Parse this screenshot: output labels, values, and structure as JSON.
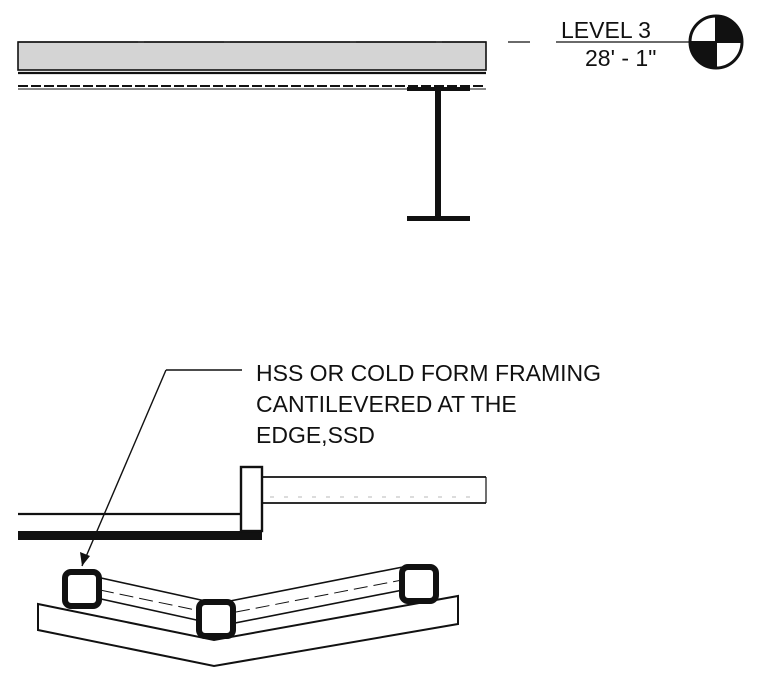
{
  "level_marker": {
    "name": "LEVEL 3",
    "elevation": "28' - 1\""
  },
  "callout": {
    "line1": "HSS OR COLD FORM FRAMING",
    "line2": "CANTILEVERED AT THE",
    "line3": "EDGE,SSD"
  },
  "colors": {
    "ink": "#111111",
    "slab_fill": "#d4d4d4",
    "background": "#ffffff"
  }
}
